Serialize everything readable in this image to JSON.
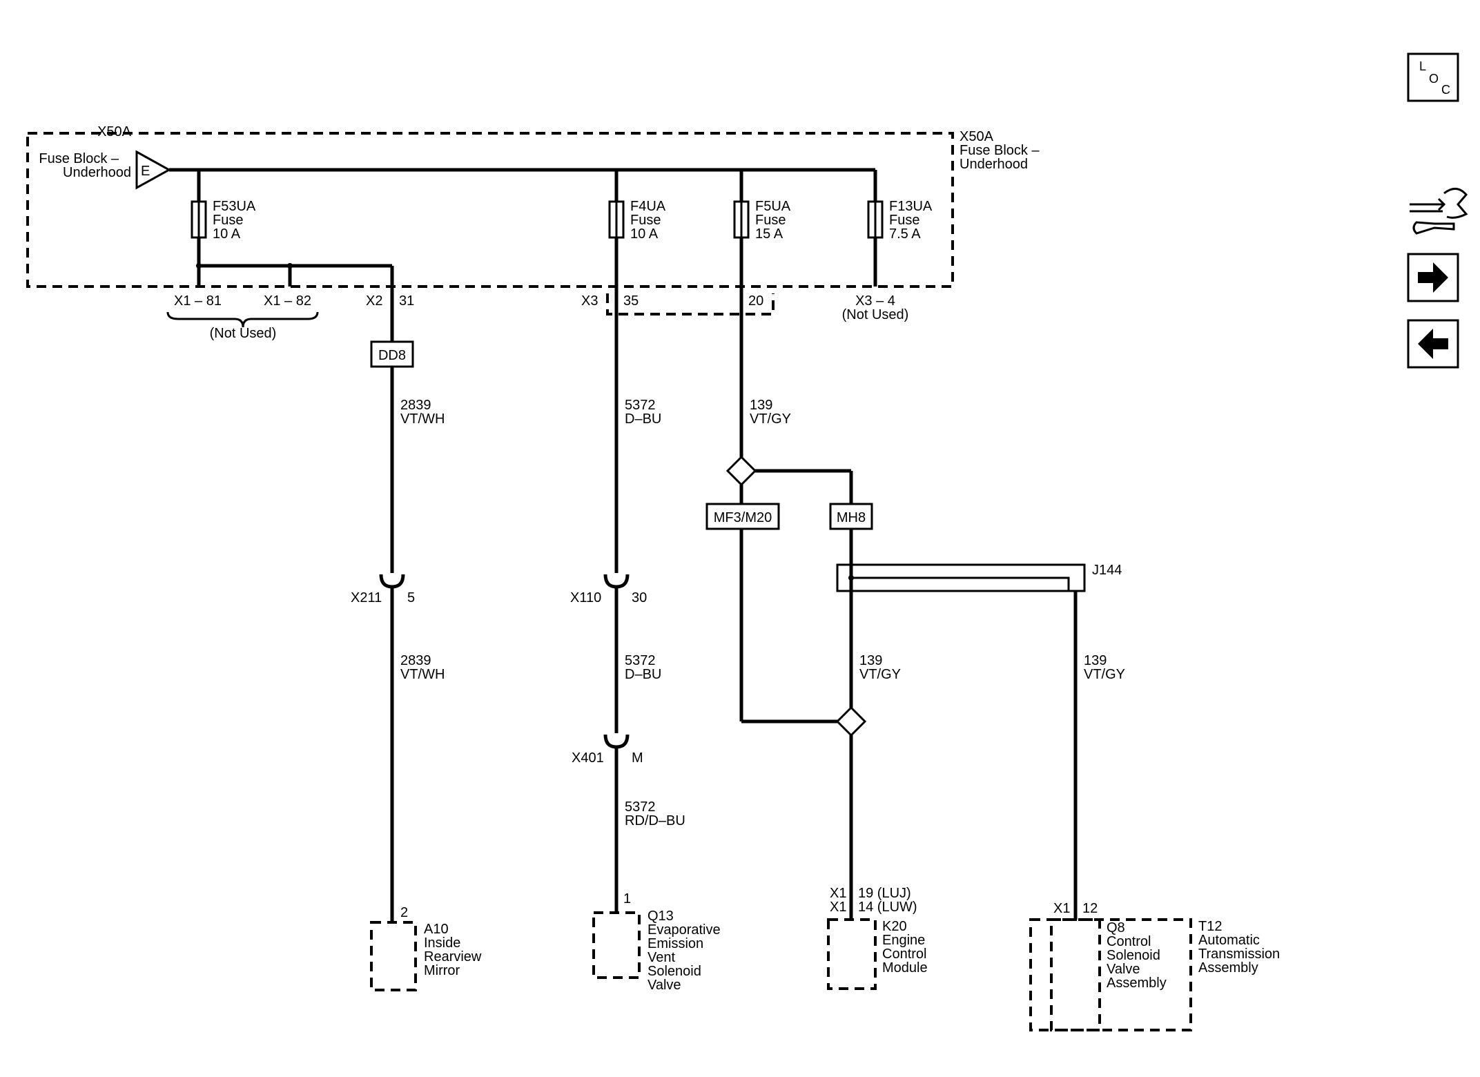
{
  "fuse_block": {
    "connector_id": "X50A",
    "name": "Fuse Block –",
    "name2": "Underhood",
    "bus_label": "E"
  },
  "fuses": [
    {
      "id": "F53UA",
      "type": "Fuse",
      "rating": "10 A"
    },
    {
      "id": "F4UA",
      "type": "Fuse",
      "rating": "10 A"
    },
    {
      "id": "F5UA",
      "type": "Fuse",
      "rating": "15 A"
    },
    {
      "id": "F13UA",
      "type": "Fuse",
      "rating": "7.5 A"
    }
  ],
  "pins": {
    "x1_81": "X1 – 81",
    "x1_82": "X1 – 82",
    "not_used": "(Not Used)",
    "x2": "X2",
    "x2_pin": "31",
    "x3": "X3",
    "x3_pin_a": "35",
    "x3_pin_b": "20",
    "x3_4": "X3 – 4",
    "x3_4_note": "(Not Used)"
  },
  "splices": {
    "dd8": "DD8",
    "mf3": "MF3/M20",
    "mh8": "MH8",
    "j144": "J144"
  },
  "wires": {
    "w2839_num": "2839",
    "w2839_color": "VT/WH",
    "w5372_num": "5372",
    "w5372_color": "D–BU",
    "w5372b_color": "RD/D–BU",
    "w139_num": "139",
    "w139_color": "VT/GY"
  },
  "inline_connectors": {
    "x211": "X211",
    "x211_pin": "5",
    "x110": "X110",
    "x110_pin": "30",
    "x401": "X401",
    "x401_pin": "M"
  },
  "components": {
    "a10": {
      "pin": "2",
      "id": "A10",
      "l1": "Inside",
      "l2": "Rearview",
      "l3": "Mirror"
    },
    "q13": {
      "pin": "1",
      "id": "Q13",
      "l1": "Evaporative",
      "l2": "Emission",
      "l3": "Vent",
      "l4": "Solenoid",
      "l5": "Valve"
    },
    "k20": {
      "conn1": "X1",
      "pin1": "19 (LUJ)",
      "conn2": "X1",
      "pin2": "14 (LUW)",
      "id": "K20",
      "l1": "Engine",
      "l2": "Control",
      "l3": "Module"
    },
    "q8": {
      "conn": "X1",
      "pin": "12",
      "id": "Q8",
      "l1": "Control",
      "l2": "Solenoid",
      "l3": "Valve",
      "l4": "Assembly"
    },
    "t12": {
      "id": "T12",
      "l1": "Automatic",
      "l2": "Transmission",
      "l3": "Assembly"
    }
  },
  "nav": {
    "loc_l": "L",
    "loc_o": "O",
    "loc_c": "C",
    "icons": [
      "loc-icon",
      "connector-tools-icon",
      "arrow-right-icon",
      "arrow-left-icon"
    ]
  }
}
